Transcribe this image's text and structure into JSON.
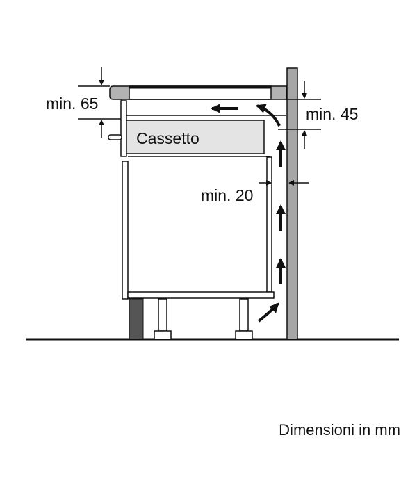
{
  "labels": {
    "drawer": "Cassetto",
    "top_clearance": "min. 65",
    "side_clearance": "min. 45",
    "rear_gap": "min. 20",
    "units_note": "Dimensioni in mm"
  },
  "colors": {
    "line": "#111111",
    "wall": "#a6a6a6",
    "cooktop": "#b3b3b3",
    "drawer_fill": "#e4e4e4",
    "plinth": "#555555"
  }
}
